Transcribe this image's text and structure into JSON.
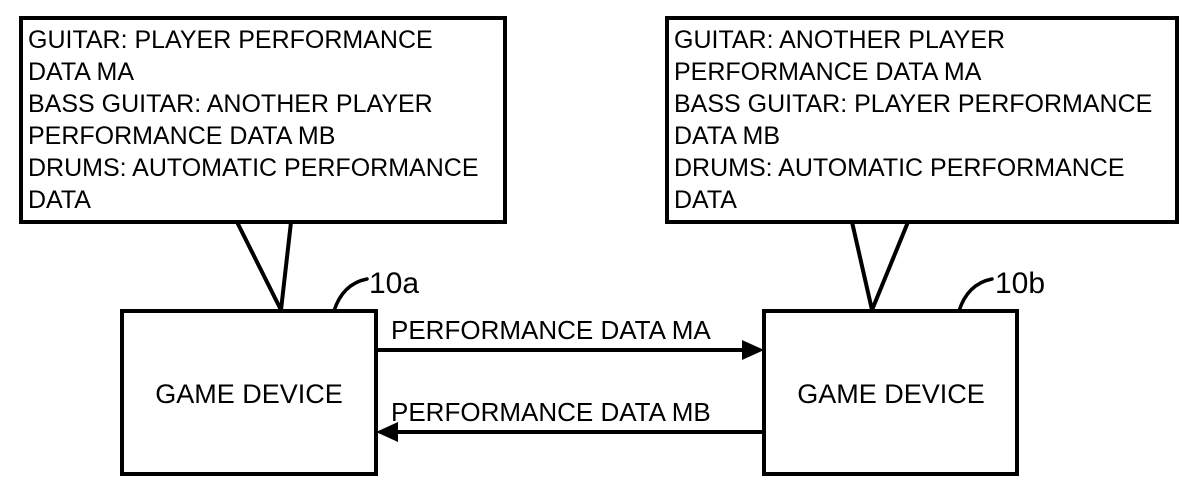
{
  "diagram": {
    "callouts": [
      {
        "id": "callout-left",
        "lines": [
          "GUITAR: PLAYER PERFORMANCE",
          "DATA MA",
          "BASS GUITAR: ANOTHER PLAYER",
          "PERFORMANCE DATA MB",
          "DRUMS: AUTOMATIC PERFORMANCE",
          "DATA"
        ],
        "text": "GUITAR: PLAYER PERFORMANCE\nDATA MA\nBASS GUITAR: ANOTHER PLAYER\nPERFORMANCE DATA MB\nDRUMS: AUTOMATIC PERFORMANCE\nDATA"
      },
      {
        "id": "callout-right",
        "lines": [
          "GUITAR: ANOTHER PLAYER",
          "PERFORMANCE DATA MA",
          "BASS GUITAR: PLAYER PERFORMANCE",
          "DATA MB",
          "DRUMS: AUTOMATIC PERFORMANCE",
          "DATA"
        ],
        "text": "GUITAR: ANOTHER PLAYER\nPERFORMANCE DATA MA\nBASS GUITAR: PLAYER PERFORMANCE\nDATA MB\nDRUMS: AUTOMATIC PERFORMANCE\nDATA"
      }
    ],
    "devices": [
      {
        "id": "device-left",
        "label": "GAME DEVICE",
        "reference": "10a"
      },
      {
        "id": "device-right",
        "label": "GAME DEVICE",
        "reference": "10b"
      }
    ],
    "flows": [
      {
        "id": "flow-ma",
        "label": "PERFORMANCE DATA MA",
        "direction": "right"
      },
      {
        "id": "flow-mb",
        "label": "PERFORMANCE DATA MB",
        "direction": "left"
      }
    ],
    "colors": {
      "stroke": "#000000",
      "fill": "#ffffff",
      "text": "#000000"
    }
  }
}
